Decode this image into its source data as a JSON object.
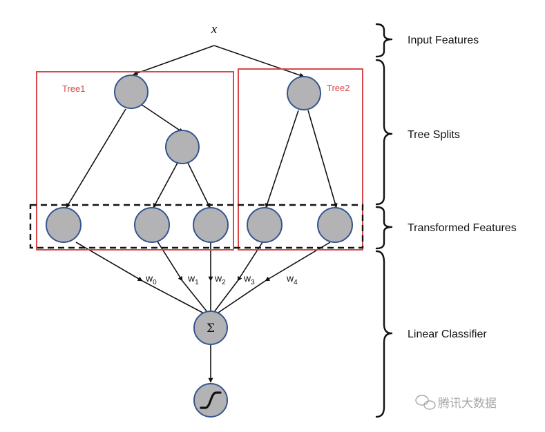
{
  "input_symbol": "x",
  "trees": [
    {
      "label": "Tree1"
    },
    {
      "label": "Tree2"
    }
  ],
  "weights": [
    {
      "letter": "w",
      "index": "0"
    },
    {
      "letter": "w",
      "index": "1"
    },
    {
      "letter": "w",
      "index": "2"
    },
    {
      "letter": "w",
      "index": "3"
    },
    {
      "letter": "w",
      "index": "4"
    }
  ],
  "sum_symbol": "Σ",
  "sections": {
    "input": "Input Features",
    "splits": "Tree Splits",
    "transformed": "Transformed Features",
    "classifier": "Linear Classifier"
  },
  "watermark": {
    "text": "腾讯大数据",
    "icon": "wechat-icon"
  },
  "colors": {
    "node_fill": "#b3b3b5",
    "node_stroke": "#34558f",
    "tree_box": "#d9474a",
    "edge": "#111111"
  }
}
